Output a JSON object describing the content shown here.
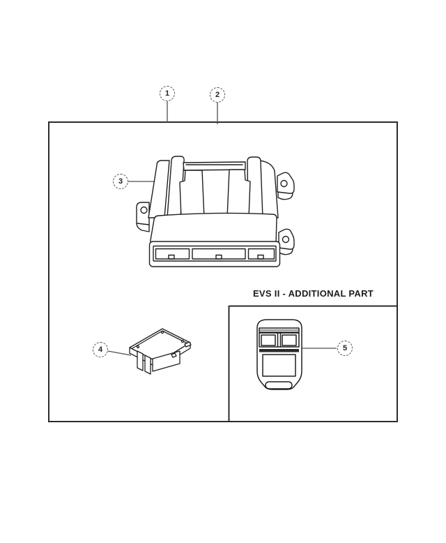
{
  "diagram": {
    "section_label": "EVS II - ADDITIONAL PART",
    "callouts": [
      {
        "number": "1"
      },
      {
        "number": "2"
      },
      {
        "number": "3"
      },
      {
        "number": "4"
      },
      {
        "number": "5"
      }
    ],
    "colors": {
      "line": "#1f1f1f",
      "leader": "#4f4f4f",
      "border": "#2b2b2b",
      "background": "#ffffff",
      "fob_bar_fill": "#2a2a2a"
    }
  }
}
